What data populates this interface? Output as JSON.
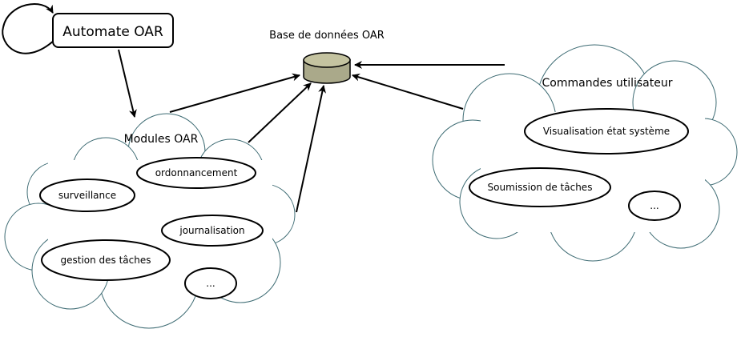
{
  "automaton": {
    "label": "Automate OAR"
  },
  "database": {
    "label": "Base de données OAR",
    "color": "#aaa98a"
  },
  "modules": {
    "title": "Modules OAR",
    "items": [
      "ordonnancement",
      "surveillance",
      "journalisation",
      "gestion des tâches",
      "..."
    ]
  },
  "commands": {
    "title": "Commandes utilisateur",
    "items": [
      "Visualisation état système",
      "Soumission de tâches",
      "..."
    ]
  }
}
